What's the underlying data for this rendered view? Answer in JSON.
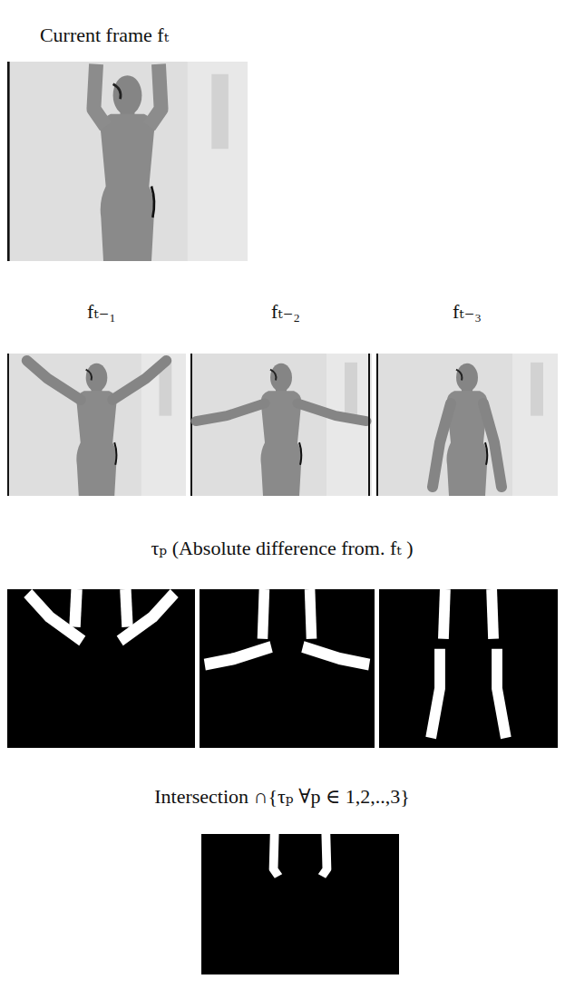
{
  "diagram": {
    "labels": [
      "Current frame fₜ",
      "fₜ₋₁",
      "fₜ₋₂",
      "fₜ₋₃",
      "τₚ (Absolute difference from. fₜ )",
      "Intersection ∩{τₚ ∀p ∈ 1,2,..,3}"
    ]
  }
}
